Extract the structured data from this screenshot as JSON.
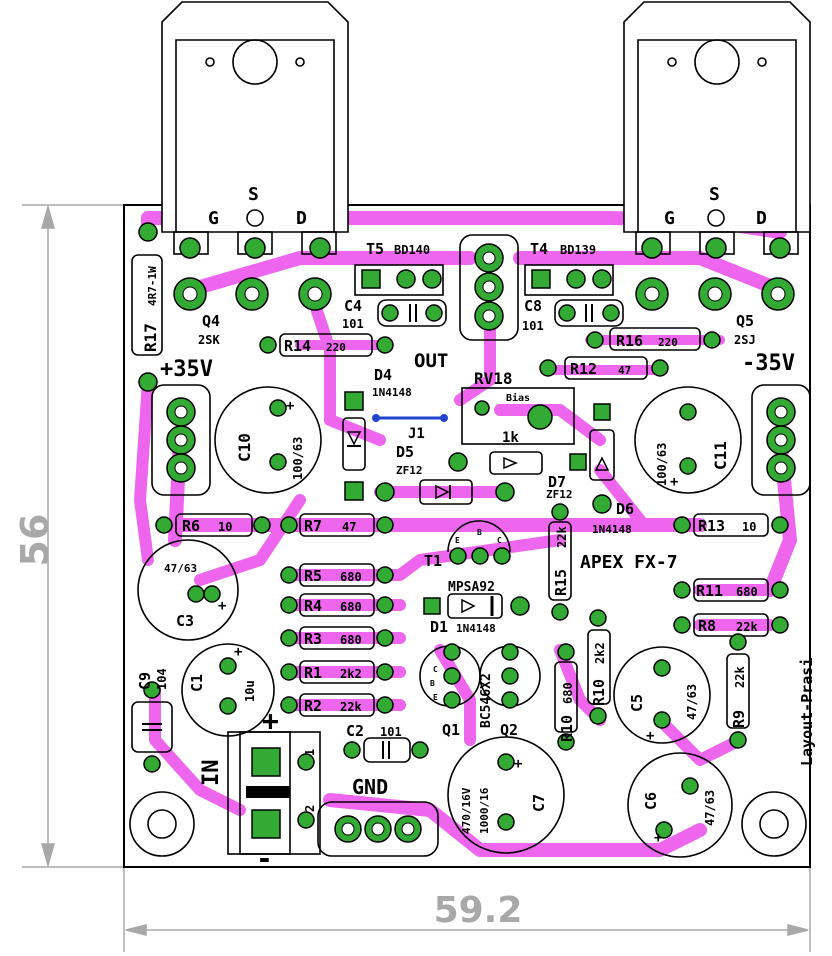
{
  "title": "APEX FX-7",
  "credit": "Layout-Prasi",
  "dimensions": {
    "height": "56",
    "width": "59.2"
  },
  "connectors": {
    "pos_supply": "+35V",
    "neg_supply": "-35V",
    "output": "OUT",
    "ground": "GND",
    "input": "IN",
    "input_plus": "+",
    "input_minus": "-",
    "jumper": "J1",
    "pin1": "1",
    "pin2": "2"
  },
  "mosfet_pins": {
    "g": "G",
    "s": "S",
    "d": "D"
  },
  "components": {
    "q4": "Q4",
    "q4_val": "2SK",
    "q5": "Q5",
    "q5_val": "2SJ",
    "t5": "T5",
    "t5_val": "BD140",
    "t4": "T4",
    "t4_val": "BD139",
    "t1": "T1",
    "t1_pins": [
      "E",
      "B",
      "C"
    ],
    "c4": "C4",
    "c4_val": "101",
    "c8": "C8",
    "c8_val": "101",
    "c10": "C10",
    "c10_val": "100/63",
    "c11": "C11",
    "c11_val": "100/63",
    "c3": "C3",
    "c3_val": "47/63",
    "c9": "C9",
    "c9_val": "104",
    "c1": "C1",
    "c1_val": "10u",
    "c2": "C2",
    "c2_val": "101",
    "c7": "C7",
    "c7_val": "470/16V",
    "c7_val2": "1000/16",
    "c5": "C5",
    "c5_val": "47/63",
    "c6": "C6",
    "c6_val": "47/63",
    "r17": "R17",
    "r17_val": "4R7-1W",
    "r14": "R14",
    "r14_val": "220",
    "r16": "R16",
    "r16_val": "220",
    "r12": "R12",
    "r12_val": "47",
    "rv18": "RV18",
    "rv18_val": "Bias",
    "rv18_val2": "1k",
    "d4": "D4",
    "d4_val": "1N4148",
    "d5": "D5",
    "d5_val": "ZF12",
    "d7": "D7",
    "d7_val": "ZF12",
    "d6": "D6",
    "d6_val": "1N4148",
    "d1": "D1",
    "d1_val": "1N4148",
    "r6": "R6",
    "r6_val": "10",
    "r7": "R7",
    "r7_val": "47",
    "r13": "R13",
    "r13_val": "10",
    "r5": "R5",
    "r5_val": "680",
    "r4": "R4",
    "r4_val": "680",
    "r3": "R3",
    "r3_val": "680",
    "r1": "R1",
    "r1_val": "2k2",
    "r2": "R2",
    "r2_val": "22k",
    "r15": "R15",
    "r15_val": "22k",
    "mpsa": "MPSA92",
    "r11": "R11",
    "r11_val": "680",
    "r8": "R8",
    "r8_val": "22k",
    "r9": "R9",
    "r9_val": "22k",
    "r10a": "R10",
    "r10a_val": "680",
    "r10b": "R10",
    "r10b_val": "2k2",
    "q1": "Q1",
    "q2": "Q2",
    "q12_val": "BC546X2",
    "q_pins": [
      "C",
      "B",
      "E"
    ]
  },
  "colors": {
    "trace": "#ee66ee",
    "pad": "#33aa33",
    "outline": "#000000",
    "dimension": "#a8a8a8"
  }
}
